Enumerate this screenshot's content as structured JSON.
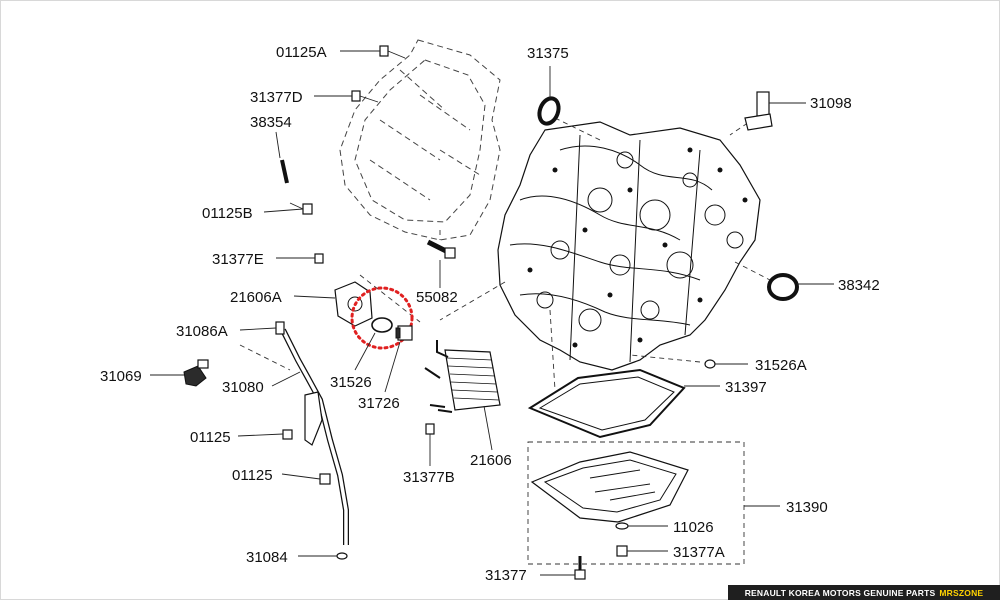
{
  "parts": {
    "p01125a": "01125A",
    "p31377d": "31377D",
    "p38354": "38354",
    "p01125b": "01125B",
    "p31377e": "31377E",
    "p21606a": "21606A",
    "p31086a": "31086A",
    "p31069": "31069",
    "p31080": "31080",
    "p01125_upper": "01125",
    "p01125_lower": "01125",
    "p31084": "31084",
    "p55082": "55082",
    "p31526": "31526",
    "p31726": "31726",
    "p31377b": "31377B",
    "p21606": "21606",
    "p31375": "31375",
    "p31098": "31098",
    "p38342": "38342",
    "p31526a": "31526A",
    "p31397": "31397",
    "p31390": "31390",
    "p11026": "11026",
    "p31377a": "31377A",
    "p31377": "31377"
  },
  "highlight": {
    "color": "#e02020",
    "part": "31526"
  },
  "footer": {
    "text": "RENAULT KOREA MOTORS GENUINE PARTS",
    "brand": "MRSZONE",
    "brand_color": "#ffd200"
  }
}
